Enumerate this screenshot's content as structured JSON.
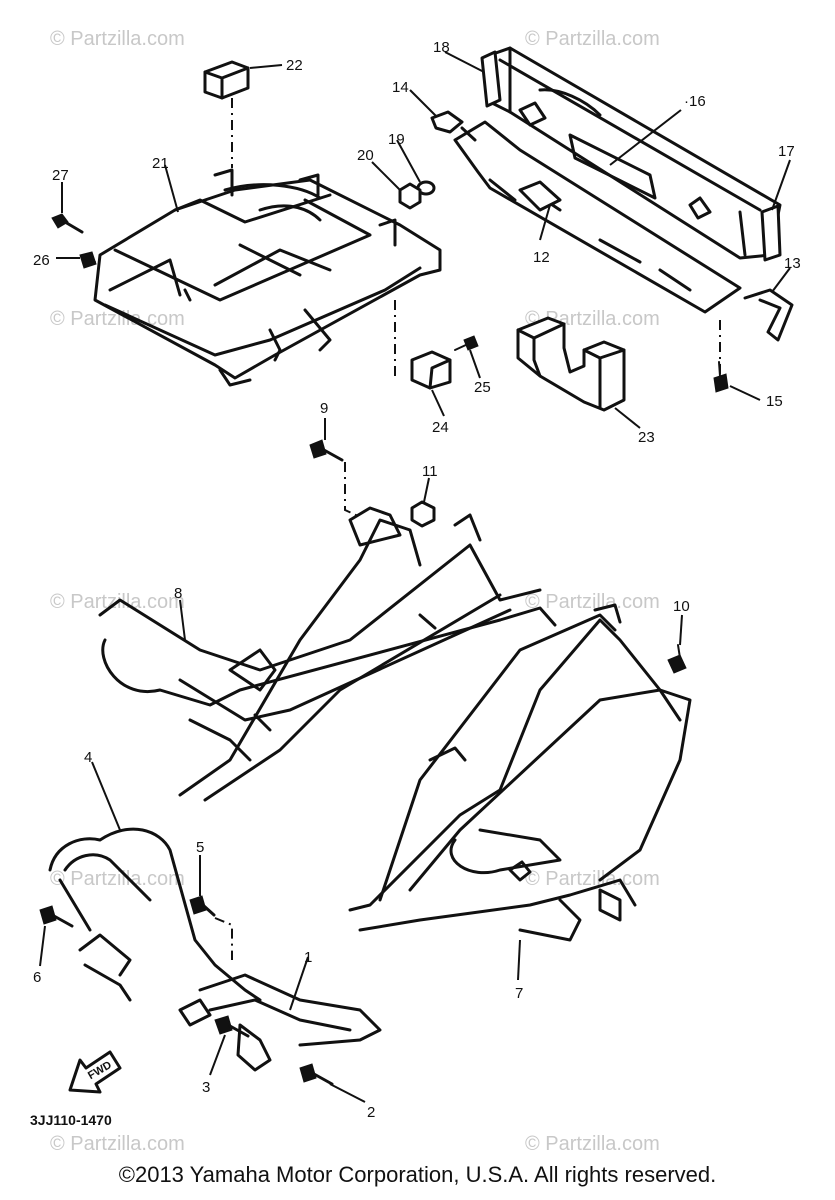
{
  "watermark": "© Partzilla.com",
  "diagram_code": "3JJ110-1470",
  "fwd_label": "FWD",
  "copyright": "©2013 Yamaha Motor Corporation, U.S.A. All rights reserved.",
  "callouts": {
    "c1": "1",
    "c2": "2",
    "c3": "3",
    "c4": "4",
    "c5": "5",
    "c6": "6",
    "c7": "7",
    "c8": "8",
    "c9": "9",
    "c10": "10",
    "c11": "11",
    "c12": "12",
    "c13": "13",
    "c14": "14",
    "c15": "15",
    "c16": "·16",
    "c17": "17",
    "c18": "18",
    "c19": "19",
    "c20": "20",
    "c21": "21",
    "c22": "22",
    "c23": "23",
    "c24": "24",
    "c25": "25",
    "c26": "26",
    "c27": "27"
  }
}
